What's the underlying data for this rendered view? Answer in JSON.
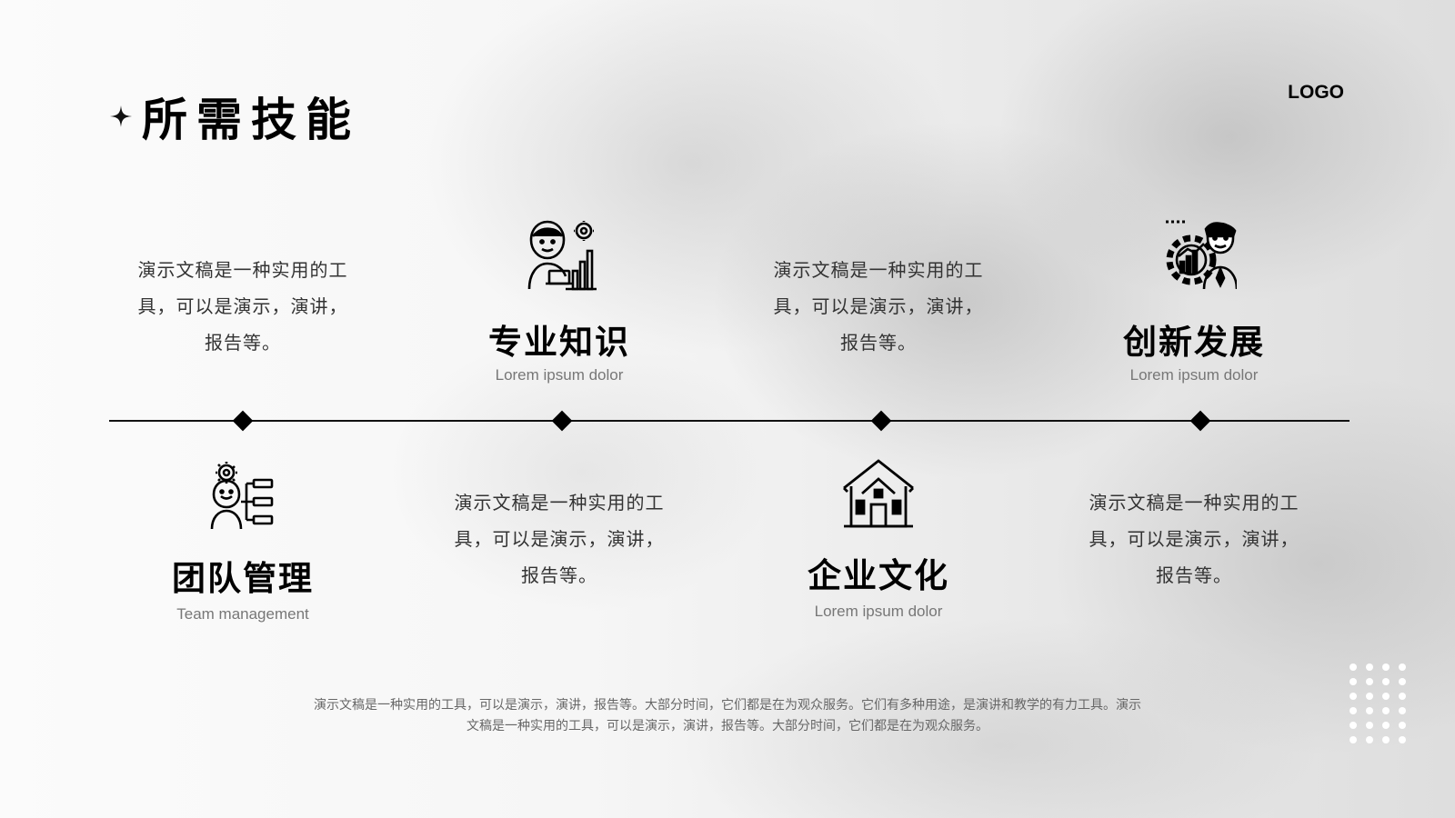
{
  "title": "所需技能",
  "logo": "LOGO",
  "skills": [
    {
      "heading": "专业知识",
      "sub": "Lorem ipsum dolor",
      "desc": "演示文稿是一种实用的工具，可以是演示，演讲，报告等。",
      "icon": "person-growth-chart-icon"
    },
    {
      "heading": "创新发展",
      "sub": "Lorem ipsum dolor",
      "desc": "演示文稿是一种实用的工具，可以是演示，演讲，报告等。",
      "icon": "gear-person-chart-icon"
    },
    {
      "heading": "团队管理",
      "sub": "Team management",
      "desc": "演示文稿是一种实用的工具，可以是演示，演讲，报告等。",
      "icon": "person-hierarchy-icon"
    },
    {
      "heading": "企业文化",
      "sub": "Lorem ipsum dolor",
      "desc": "演示文稿是一种实用的工具，可以是演示，演讲，报告等。",
      "icon": "house-icon"
    }
  ],
  "footer": "演示文稿是一种实用的工具，可以是演示，演讲，报告等。大部分时间，它们都是在为观众服务。它们有多种用途，是演讲和教学的有力工具。演示文稿是一种实用的工具，可以是演示，演讲，报告等。大部分时间，它们都是在为观众服务。"
}
